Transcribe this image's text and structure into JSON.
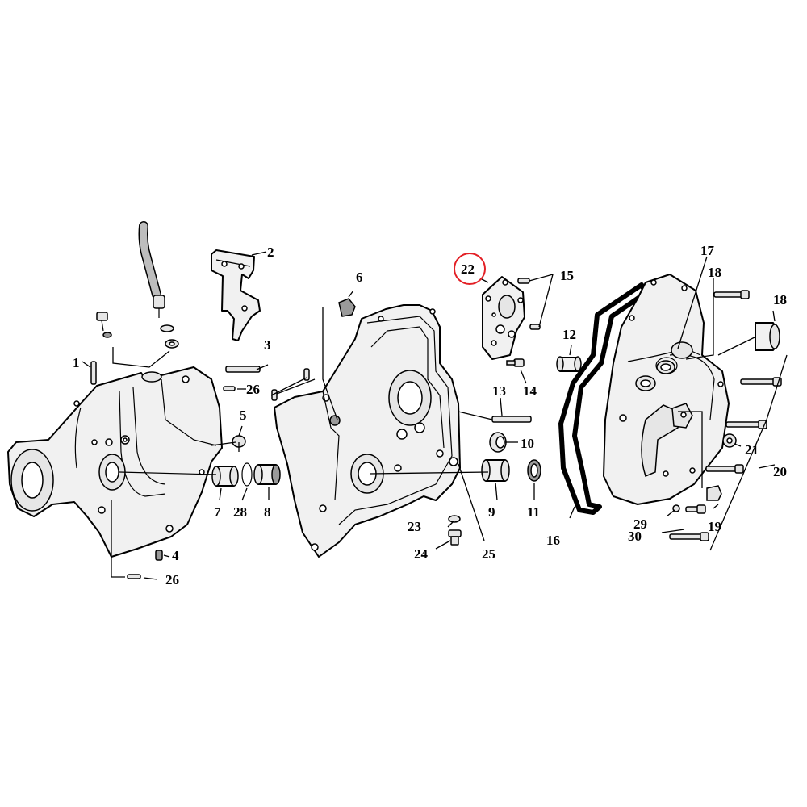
{
  "diagram": {
    "highlight_color": "#e32026",
    "highlighted_callout": "22",
    "callouts": [
      {
        "id": "c1",
        "label": "1"
      },
      {
        "id": "c2",
        "label": "2"
      },
      {
        "id": "c3",
        "label": "3"
      },
      {
        "id": "c4",
        "label": "4"
      },
      {
        "id": "c5",
        "label": "5"
      },
      {
        "id": "c6",
        "label": "6"
      },
      {
        "id": "c7",
        "label": "7"
      },
      {
        "id": "c8",
        "label": "8"
      },
      {
        "id": "c9",
        "label": "9"
      },
      {
        "id": "c10",
        "label": "10"
      },
      {
        "id": "c11",
        "label": "11"
      },
      {
        "id": "c12",
        "label": "12"
      },
      {
        "id": "c13",
        "label": "13"
      },
      {
        "id": "c14",
        "label": "14"
      },
      {
        "id": "c15",
        "label": "15"
      },
      {
        "id": "c16",
        "label": "16"
      },
      {
        "id": "c17",
        "label": "17"
      },
      {
        "id": "c18a",
        "label": "18"
      },
      {
        "id": "c18b",
        "label": "18"
      },
      {
        "id": "c19",
        "label": "19"
      },
      {
        "id": "c20",
        "label": "20"
      },
      {
        "id": "c21",
        "label": "21"
      },
      {
        "id": "c22",
        "label": "22"
      },
      {
        "id": "c23",
        "label": "23"
      },
      {
        "id": "c24",
        "label": "24"
      },
      {
        "id": "c25",
        "label": "25"
      },
      {
        "id": "c26a",
        "label": "26"
      },
      {
        "id": "c26b",
        "label": "26"
      },
      {
        "id": "c28",
        "label": "28"
      },
      {
        "id": "c29",
        "label": "29"
      },
      {
        "id": "c30",
        "label": "30"
      }
    ]
  }
}
